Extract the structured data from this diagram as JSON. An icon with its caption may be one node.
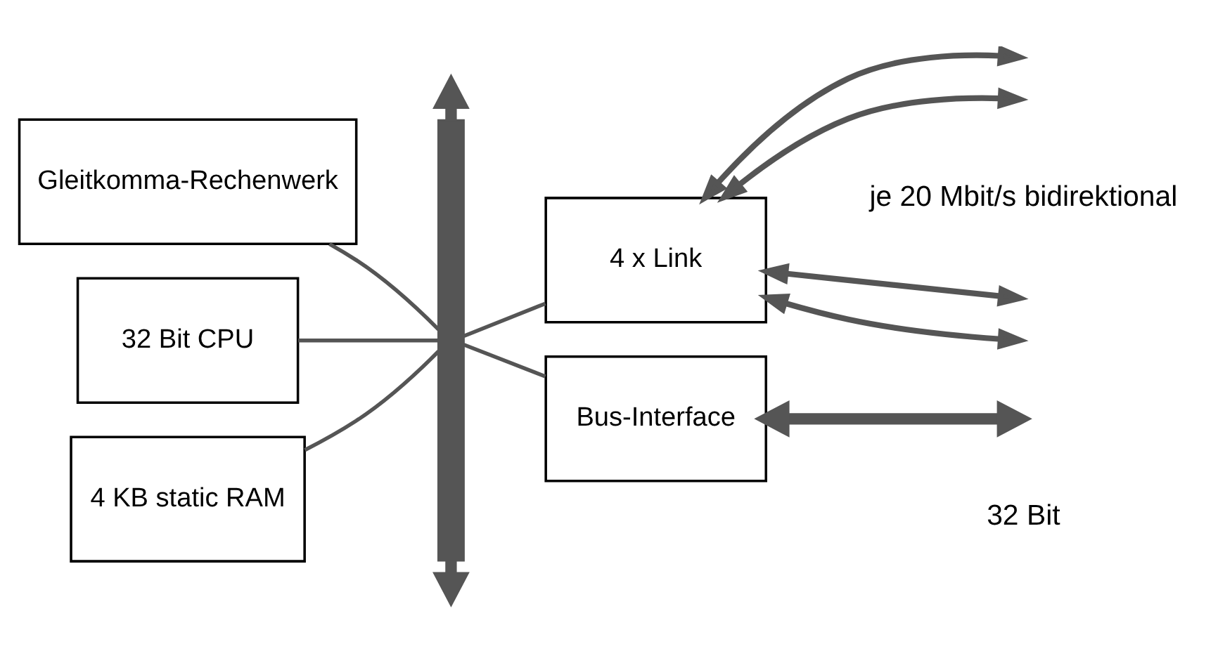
{
  "diagram": {
    "nodes": [
      {
        "text": [
          "Gleitkomma-Rechenwerk"
        ]
      },
      {
        "text": [
          "32 Bit CPU"
        ]
      },
      {
        "text": [
          "4 KB static RAM"
        ]
      },
      {
        "text": [],
        "shape": "bar"
      },
      {
        "text": [
          "4 x Link"
        ]
      },
      {
        "text": [
          "Bus-Interface"
        ]
      }
    ],
    "edges": [
      {
        "from": 0,
        "to": 3,
        "arrow": "none"
      },
      {
        "from": 1,
        "to": 3,
        "arrow": "none"
      },
      {
        "from": 2,
        "to": 3,
        "arrow": "none"
      },
      {
        "from": 3,
        "to": 4,
        "arrow": "none"
      },
      {
        "from": 3,
        "to": 5,
        "arrow": "none"
      },
      {
        "from": 3,
        "to": null,
        "arrow": "to",
        "style": "thick"
      },
      {
        "from": 3,
        "to": null,
        "arrow": "to",
        "style": "thick"
      },
      {
        "from": 4,
        "to": null,
        "arrow": "both"
      },
      {
        "from": 4,
        "to": null,
        "arrow": "both"
      },
      {
        "from": 4,
        "to": null,
        "arrow": "both"
      },
      {
        "from": 4,
        "to": null,
        "arrow": "both"
      },
      {
        "from": 5,
        "to": null,
        "arrow": "both",
        "style": "thick"
      }
    ],
    "labels": [
      "je 20 Mbit/s bidirektional",
      "32 Bit"
    ]
  }
}
